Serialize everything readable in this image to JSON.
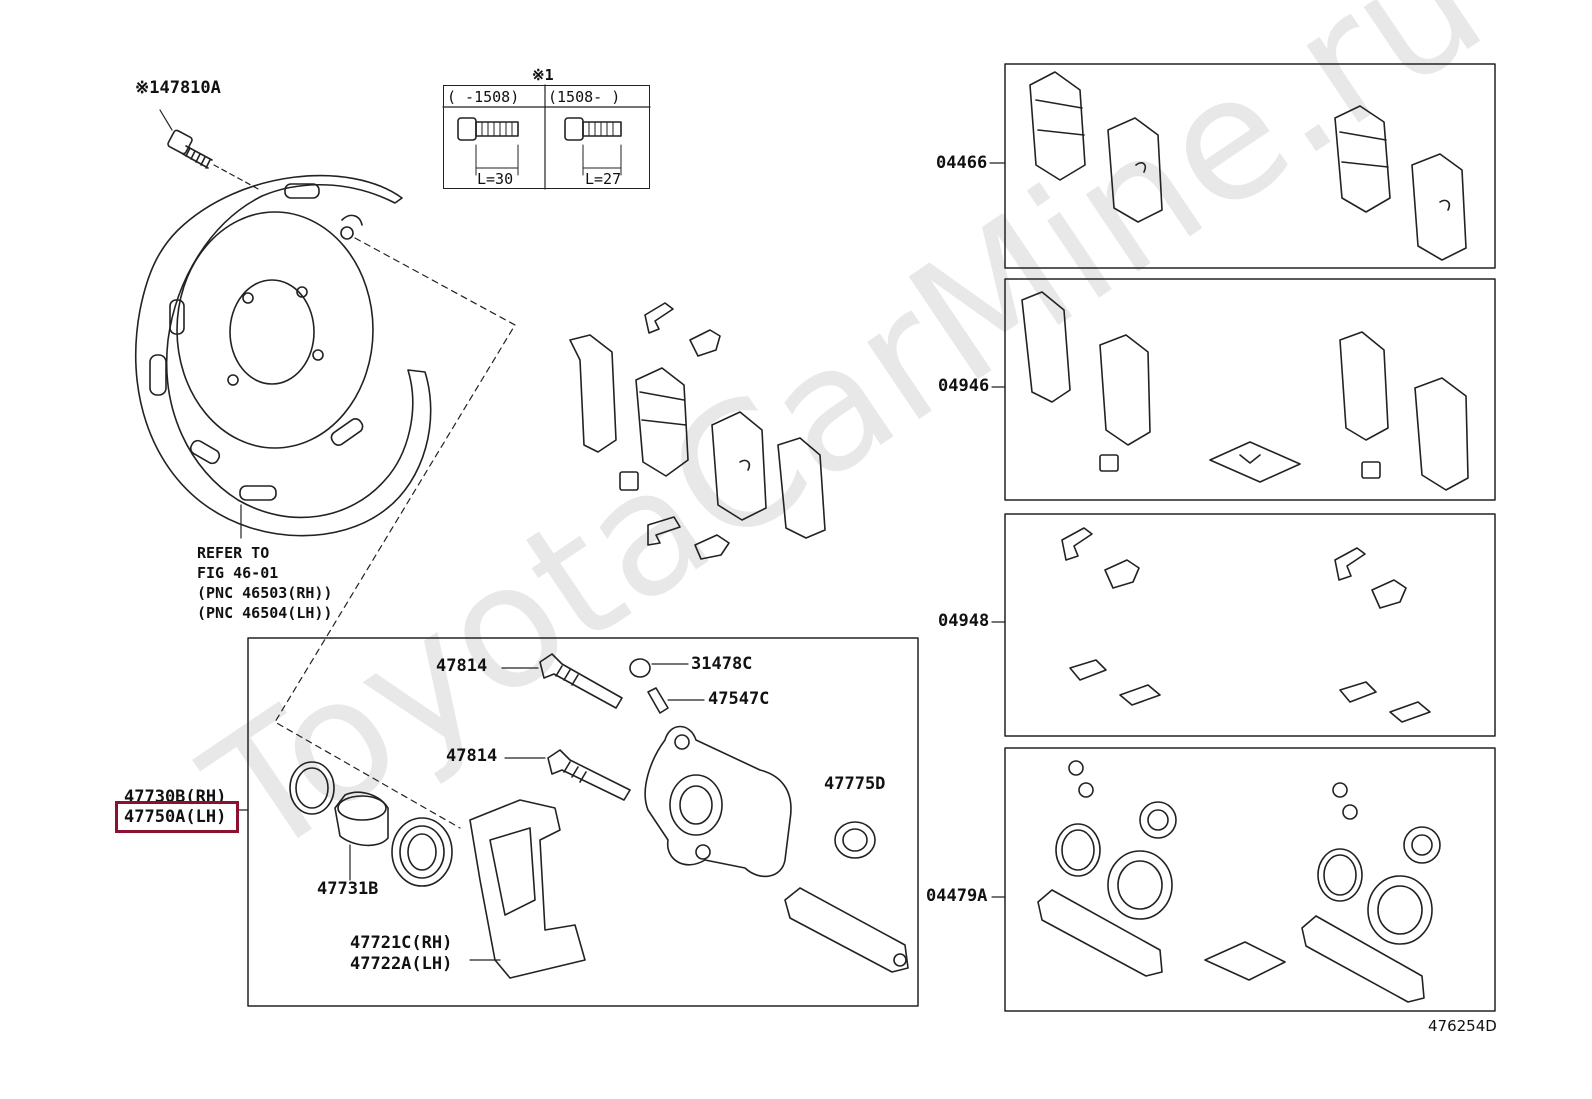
{
  "watermark": "ToyotaCarMine.ru",
  "diagram_id": "476254D",
  "bolt_table": {
    "title": "※1",
    "col1_header": "(     -1508)",
    "col2_header": "(1508-     )",
    "col1_length": "L=30",
    "col2_length": "L=27"
  },
  "refer_note": {
    "line1": "REFER TO",
    "line2": "FIG 46-01",
    "line3": "(PNC 46503(RH))",
    "line4": "(PNC 46504(LH))"
  },
  "labels": {
    "bolt": "※147810A",
    "pads_04466": "04466",
    "pads_04946": "04946",
    "clips_04948": "04948",
    "kit_04479A": "04479A",
    "pin_upper": "47814",
    "pin_lower": "47814",
    "cap": "31478C",
    "bleeder": "47547C",
    "boot": "47775D",
    "cylinder_rh": "47730B(RH)",
    "cylinder_lh": "47750A(LH)",
    "piston": "47731B",
    "mounting_rh": "47721C(RH)",
    "mounting_lh": "47722A(LH)"
  },
  "highlight_color": "#8c1030"
}
